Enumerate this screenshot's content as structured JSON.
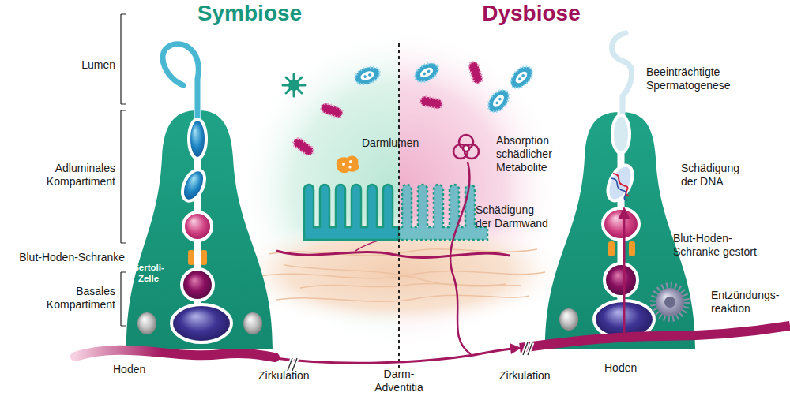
{
  "diagram": {
    "nodes": [
      {
        "text": [
          "Sertoli-Zelle"
        ]
      }
    ],
    "labels": [
      "Symbiose",
      "Dysbiose",
      "Lumen",
      "Adluminales Kompartiment",
      "Blut-Hoden-Schranke",
      "Basales Kompartiment",
      "Darmlumen",
      "Absorption schädlicher Metabolite",
      "Schädigung der Darmwand",
      "Beeinträchtigte Spermatogenese",
      "Schädigung der DNA",
      "Blut-Hoden- Schranke gestört",
      "Entzündungs- reaktion",
      "Hoden",
      "Zirkulation",
      "Darm- Adventitia",
      "Zirkulation",
      "Hoden"
    ]
  }
}
